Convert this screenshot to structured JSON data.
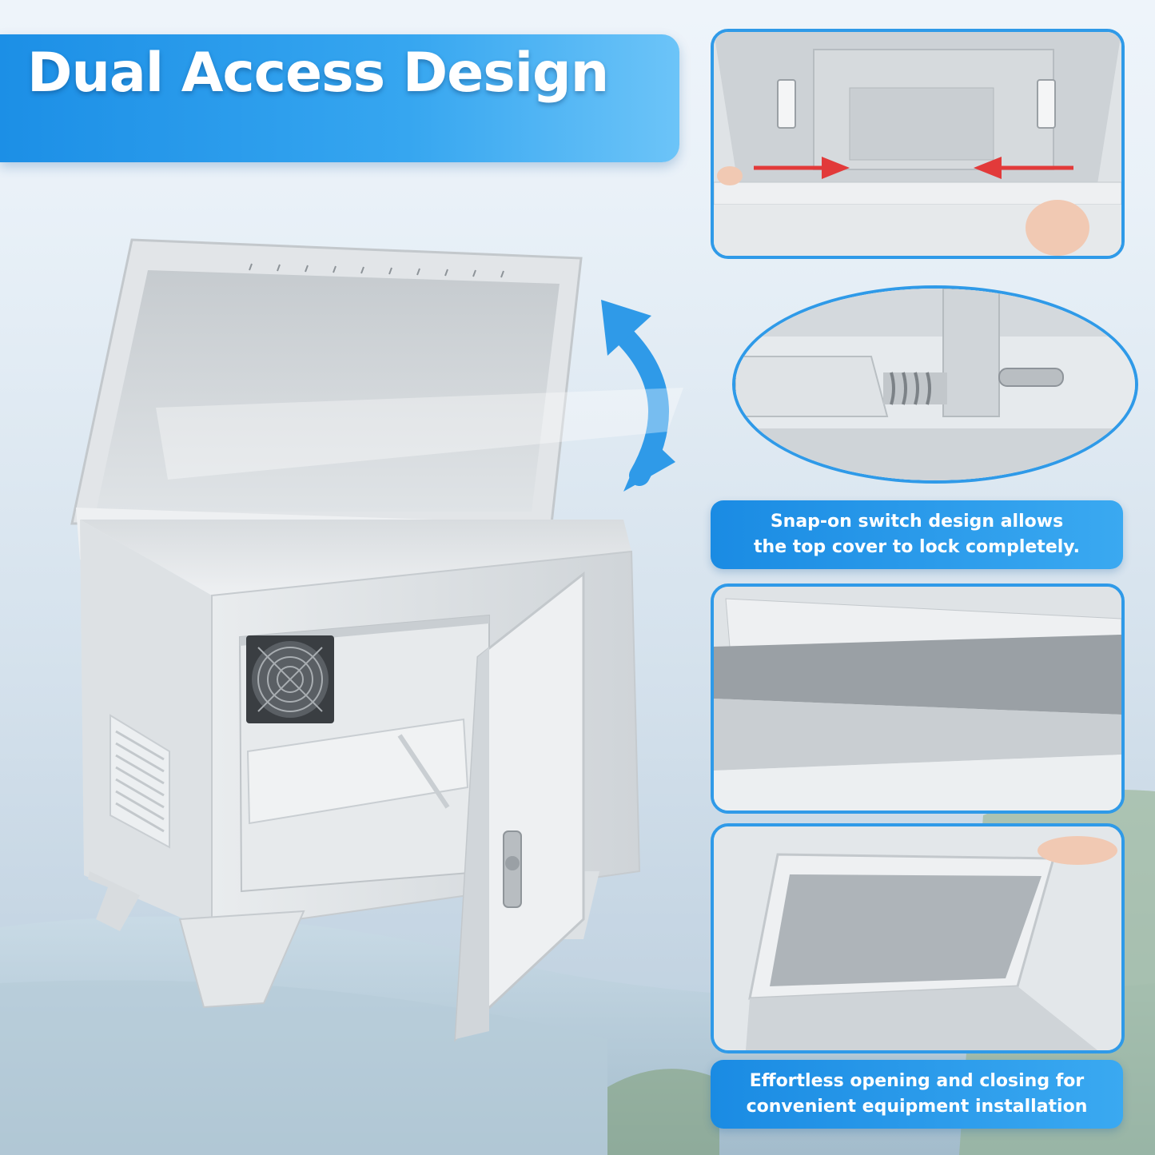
{
  "title": "Dual Access Design",
  "captions": {
    "snap_on": [
      "Snap-on switch design allows",
      "the top cover to lock completely."
    ],
    "effortless": [
      "Effortless opening and closing for",
      "convenient equipment installation"
    ]
  },
  "icons": {
    "rotate_arrow": "curved-double-arrow-icon",
    "red_arrows": "red-inward-arrows-icon",
    "fan": "fan-icon"
  },
  "colors": {
    "accent": "#2f9ae8",
    "banner": "#1c8fe6",
    "arrow_red": "#e23a3a"
  }
}
